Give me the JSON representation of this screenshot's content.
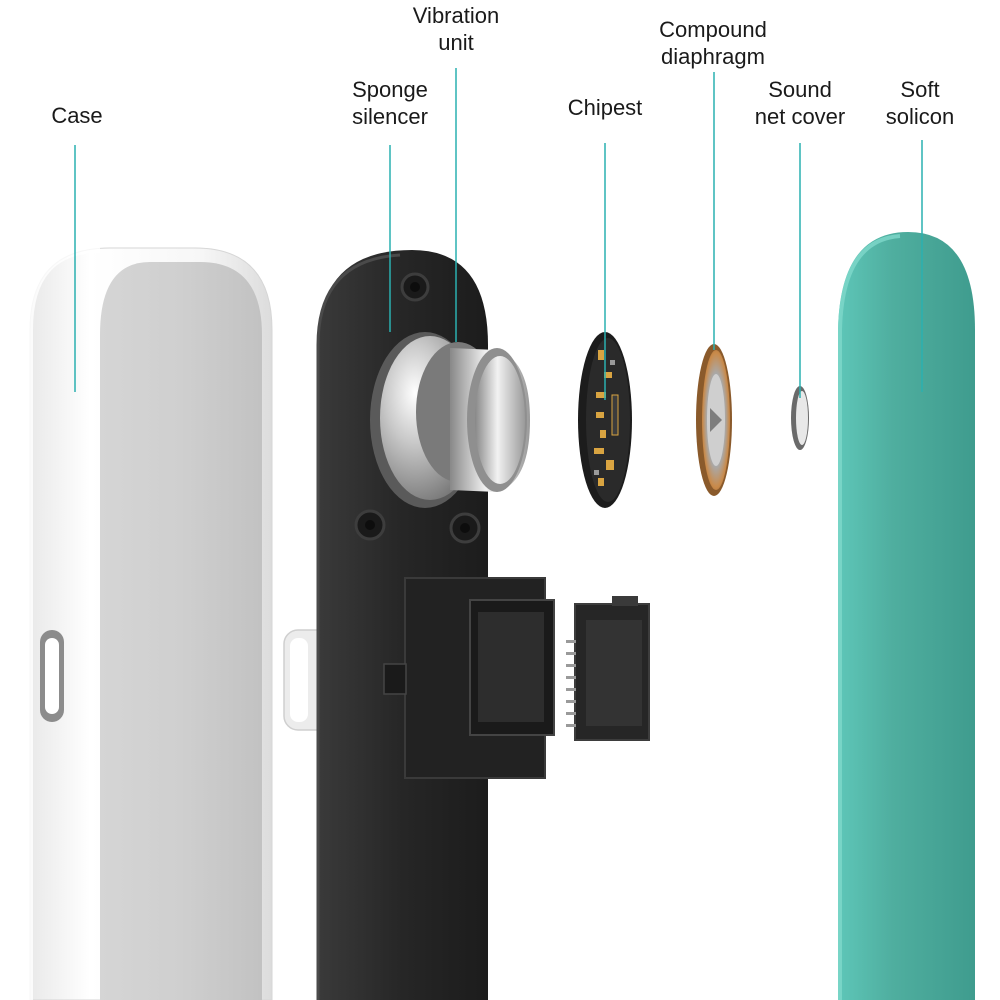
{
  "diagram": {
    "labels": {
      "case": [
        "Case"
      ],
      "sponge_silencer": [
        "Sponge",
        "silencer"
      ],
      "vibration_unit": [
        "Vibration",
        "unit"
      ],
      "chipest": [
        "Chipest"
      ],
      "compound_diaphragm": [
        "Compound",
        "diaphragm"
      ],
      "sound_net_cover": [
        "Sound",
        "net cover"
      ],
      "soft_solicon": [
        "Soft",
        "solicon"
      ]
    },
    "colors": {
      "leader_line": "#2ab0b0",
      "case_white": "#f4f4f4",
      "frame_black": "#262626",
      "silicone_teal": "#48aa9e",
      "metal": "#b8b8b8",
      "copper": "#c98a4a",
      "pcb": "#d9a441"
    }
  }
}
